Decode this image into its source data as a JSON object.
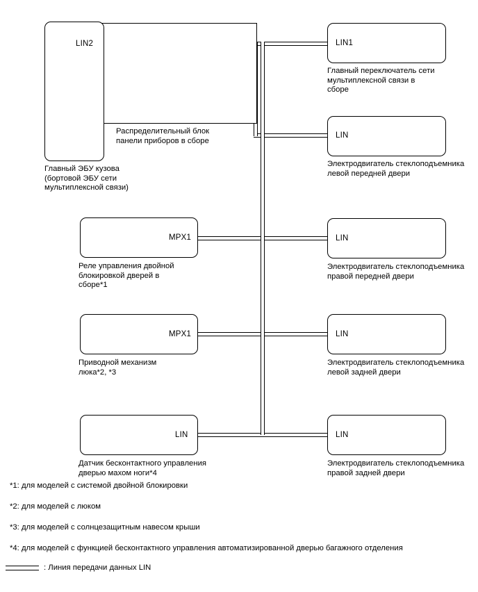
{
  "diagram": {
    "title": "LIN communication system wiring diagram",
    "left_column": [
      {
        "id": "body-ecu",
        "port": "LIN2",
        "port_side": "right",
        "caption": "Главный ЭБУ кузова\n(бортовой ЭБУ сети\nмультиплексной связи)",
        "shape": "rounded"
      },
      {
        "id": "junction-block",
        "port": "",
        "port_side": "right",
        "caption": "Распределительный блок\nпанели приборов в сборе",
        "shape": "square"
      },
      {
        "id": "double-lock-relay",
        "port": "MPX1",
        "port_side": "right",
        "caption": "Реле управления двойной\nблокировкой дверей в\nсборе*1",
        "shape": "rounded"
      },
      {
        "id": "sunroof-drive",
        "port": "MPX1",
        "port_side": "right",
        "caption": "Приводной механизм\nлюка*2, *3",
        "shape": "rounded"
      },
      {
        "id": "kick-sensor",
        "port": "LIN",
        "port_side": "right",
        "caption": "Датчик бесконтактного управления\nдверью махом ноги*4",
        "shape": "rounded"
      }
    ],
    "right_column": [
      {
        "id": "multiplex-main-switch",
        "port": "LIN1",
        "port_side": "left",
        "caption": "Главный переключатель сети\nмультиплексной связи в\nсборе",
        "shape": "rounded"
      },
      {
        "id": "power-window-motor-fl",
        "port": "LIN",
        "port_side": "left",
        "caption": "Электродвигатель стеклоподъемника\nлевой передней двери",
        "shape": "rounded"
      },
      {
        "id": "power-window-motor-fr",
        "port": "LIN",
        "port_side": "left",
        "caption": "Электродвигатель стеклоподъемника\nправой передней двери",
        "shape": "rounded"
      },
      {
        "id": "power-window-motor-rl",
        "port": "LIN",
        "port_side": "left",
        "caption": "Электродвигатель стеклоподъемника\nлевой задней двери",
        "shape": "rounded"
      },
      {
        "id": "power-window-motor-rr",
        "port": "LIN",
        "port_side": "left",
        "caption": "Электродвигатель стеклоподъемника\nправой задней двери",
        "shape": "rounded"
      }
    ]
  },
  "notes": [
    "*1: для моделей с системой двойной блокировки",
    "*2: для моделей с люком",
    "*3: для моделей с солнцезащитным навесом крыши",
    "*4: для моделей с функцией бесконтактного управления автоматизированной дверью багажного отделения"
  ],
  "legend": {
    "label": ": Линия передачи данных LIN"
  },
  "colors": {
    "line": "#000000",
    "background": "#ffffff",
    "text": "#000000"
  }
}
